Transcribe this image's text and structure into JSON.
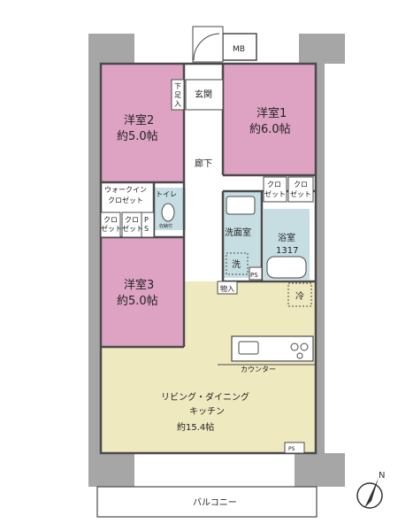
{
  "rooms": {
    "bedroom2": {
      "name": "洋室2",
      "size": "約5.0帖"
    },
    "bedroom1": {
      "name": "洋室1",
      "size": "約6.0帖"
    },
    "bedroom3": {
      "name": "洋室3",
      "size": "約5.0帖"
    },
    "ldk": {
      "line1": "リビング・ダイニング",
      "line2": "キッチン",
      "size": "約15.4帖"
    }
  },
  "labels": {
    "mb": "MB",
    "shoe_box_a": "下",
    "shoe_box_b": "足",
    "shoe_box_c": "入",
    "entrance": "玄関",
    "hallway": "廊下",
    "walk_in_a": "ウォークイン",
    "walk_in_b": "クロゼット",
    "toilet": "トイレ",
    "toilet_small": "収納付",
    "closet_a": "クロ",
    "closet_b": "ゼット",
    "ps_a": "P",
    "ps_b": "S",
    "washroom": "洗面室",
    "washer": "洗",
    "ps2": "PS",
    "bathroom": "浴室",
    "bath_size": "1317",
    "storage": "物入",
    "fridge": "冷",
    "counter": "カウンター",
    "ps3": "PS",
    "balcony": "バルコニー"
  },
  "colors": {
    "bedroom": "#dea3c3",
    "ldk": "#efe9c0",
    "wet_area": "#c6dde2",
    "walls": "#4a4a4a",
    "structure": "#9a9a9a"
  }
}
